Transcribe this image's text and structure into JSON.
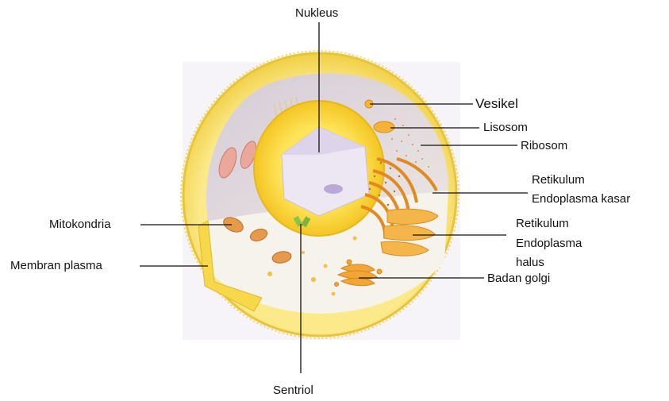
{
  "labels": {
    "nukleus": "Nukleus",
    "vesikel": "Vesikel",
    "lisosom": "Lisosom",
    "ribosom": "Ribosom",
    "rek_line1": "Retikulum",
    "rek_line2": "Endoplasma kasar",
    "reh_line1": "Retikulum",
    "reh_line2": "Endoplasma",
    "reh_line3": "halus",
    "golgi": "Badan golgi",
    "mitokondria": "Mitokondria",
    "membran": "Membran plasma",
    "sentriol": "Sentriol"
  },
  "colors": {
    "membrane": "#f7df6a",
    "membrane_edge": "#e8c43a",
    "cytoplasm_top": "#d9d3ec",
    "cytoplasm_cut": "#f4f2ea",
    "nucleus_yellow": "#ffe14a",
    "nucleolus": "#ece6f3",
    "organelle_orange": "#f2a23a",
    "mitochondria": "#e9a08a",
    "leader_line": "#111111"
  }
}
